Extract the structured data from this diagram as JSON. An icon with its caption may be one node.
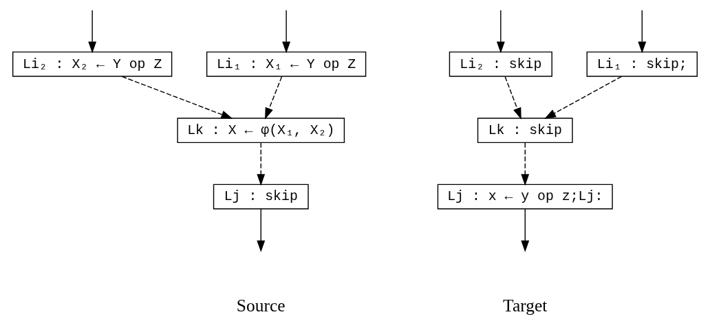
{
  "diagram": {
    "nodes": [
      {
        "text": [
          "Li₁ : X₁ ← Y op Z"
        ]
      },
      {
        "text": [
          "Li₂ : X₂ ← Y op Z"
        ]
      },
      {
        "text": [
          "Lk : X ← φ(X₁, X₂)"
        ]
      },
      {
        "text": [
          "Lj : skip"
        ]
      },
      {
        "text": [
          "Li₁ : skip;"
        ]
      },
      {
        "text": [
          "Li₂ : skip"
        ]
      },
      {
        "text": [
          "Lk : skip"
        ]
      },
      {
        "text": [
          "Lj : x ← y op z;Lj:"
        ]
      }
    ],
    "edges": [
      {
        "from": null,
        "to": 0,
        "arrow": "to"
      },
      {
        "from": null,
        "to": 1,
        "arrow": "to"
      },
      {
        "from": 0,
        "to": 2,
        "arrow": "to",
        "style": "dashed"
      },
      {
        "from": 1,
        "to": 2,
        "arrow": "to",
        "style": "dashed"
      },
      {
        "from": 2,
        "to": 3,
        "arrow": "to",
        "style": "dashed"
      },
      {
        "from": 3,
        "to": null,
        "arrow": "to"
      },
      {
        "from": null,
        "to": 4,
        "arrow": "to"
      },
      {
        "from": null,
        "to": 5,
        "arrow": "to"
      },
      {
        "from": 4,
        "to": 6,
        "arrow": "to",
        "style": "dashed"
      },
      {
        "from": 5,
        "to": 6,
        "arrow": "to",
        "style": "dashed"
      },
      {
        "from": 6,
        "to": 7,
        "arrow": "to",
        "style": "dashed"
      },
      {
        "from": 7,
        "to": null,
        "arrow": "to"
      }
    ],
    "labels": [
      "Source",
      "Target"
    ]
  }
}
